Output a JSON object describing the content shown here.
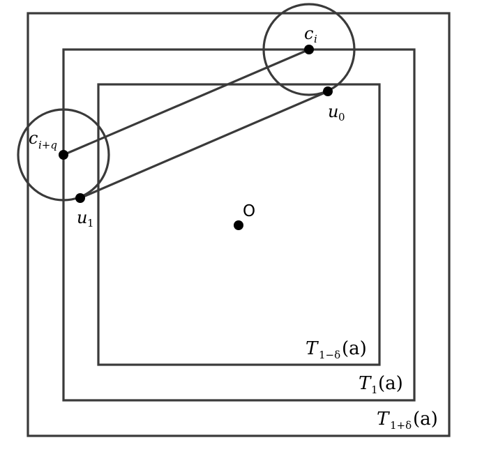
{
  "diagram": {
    "colors": {
      "stroke": "#3a3a3a",
      "point": "#000000",
      "background": "#ffffff"
    },
    "squares": [
      {
        "id": "outer",
        "label_main": "T",
        "label_sub": "1+δ",
        "label_arg": "(a)"
      },
      {
        "id": "middle",
        "label_main": "T",
        "label_sub": "1",
        "label_arg": "(a)"
      },
      {
        "id": "inner",
        "label_main": "T",
        "label_sub": "1−δ",
        "label_arg": "(a)"
      }
    ],
    "points": {
      "c_i": {
        "main": "c",
        "sub": "i"
      },
      "c_iq": {
        "main": "c",
        "sub": "i+q"
      },
      "u_0": {
        "main": "u",
        "sub": "0"
      },
      "u_1": {
        "main": "u",
        "sub": "1"
      },
      "origin": {
        "main": "O"
      }
    }
  }
}
